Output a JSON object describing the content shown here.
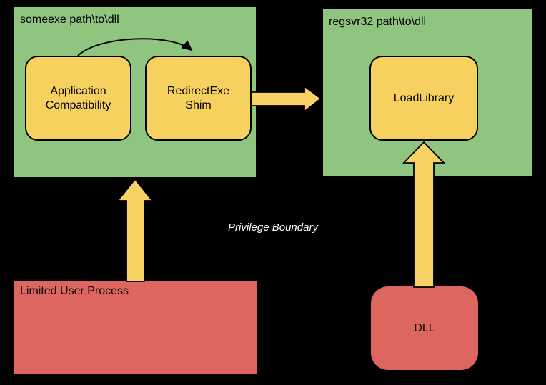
{
  "colors": {
    "background": "#000000",
    "container_green": "#8FC57E",
    "node_yellow": "#F7D160",
    "arrow_yellow": "#F8D264",
    "process_red": "#DD6661",
    "line_black": "#000000",
    "boundary_white": "#FFFFFF"
  },
  "containers": {
    "someexe": {
      "label": "someexe path\\to\\dll"
    },
    "regsvr32": {
      "label": "regsvr32 path\\to\\dll"
    }
  },
  "nodes": {
    "app_compat": {
      "label": "Application Compatibility"
    },
    "redirect_shim": {
      "label": "RedirectExe Shim"
    },
    "load_library": {
      "label": "LoadLibrary"
    },
    "limited_user_process": {
      "label": "Limited User Process"
    },
    "dll": {
      "label": "DLL"
    }
  },
  "annotations": {
    "privilege_boundary": "Privilege Boundary"
  },
  "edges": [
    {
      "from": "app_compat",
      "to": "redirect_shim",
      "style": "thin-black-curved-arrow"
    },
    {
      "from": "redirect_shim",
      "to": "regsvr32",
      "style": "yellow-block-arrow",
      "direction": "right"
    },
    {
      "from": "limited_user_process",
      "to": "someexe",
      "style": "yellow-block-arrow",
      "direction": "up"
    },
    {
      "from": "dll",
      "to": "load_library",
      "style": "yellow-block-arrow",
      "direction": "up"
    }
  ]
}
